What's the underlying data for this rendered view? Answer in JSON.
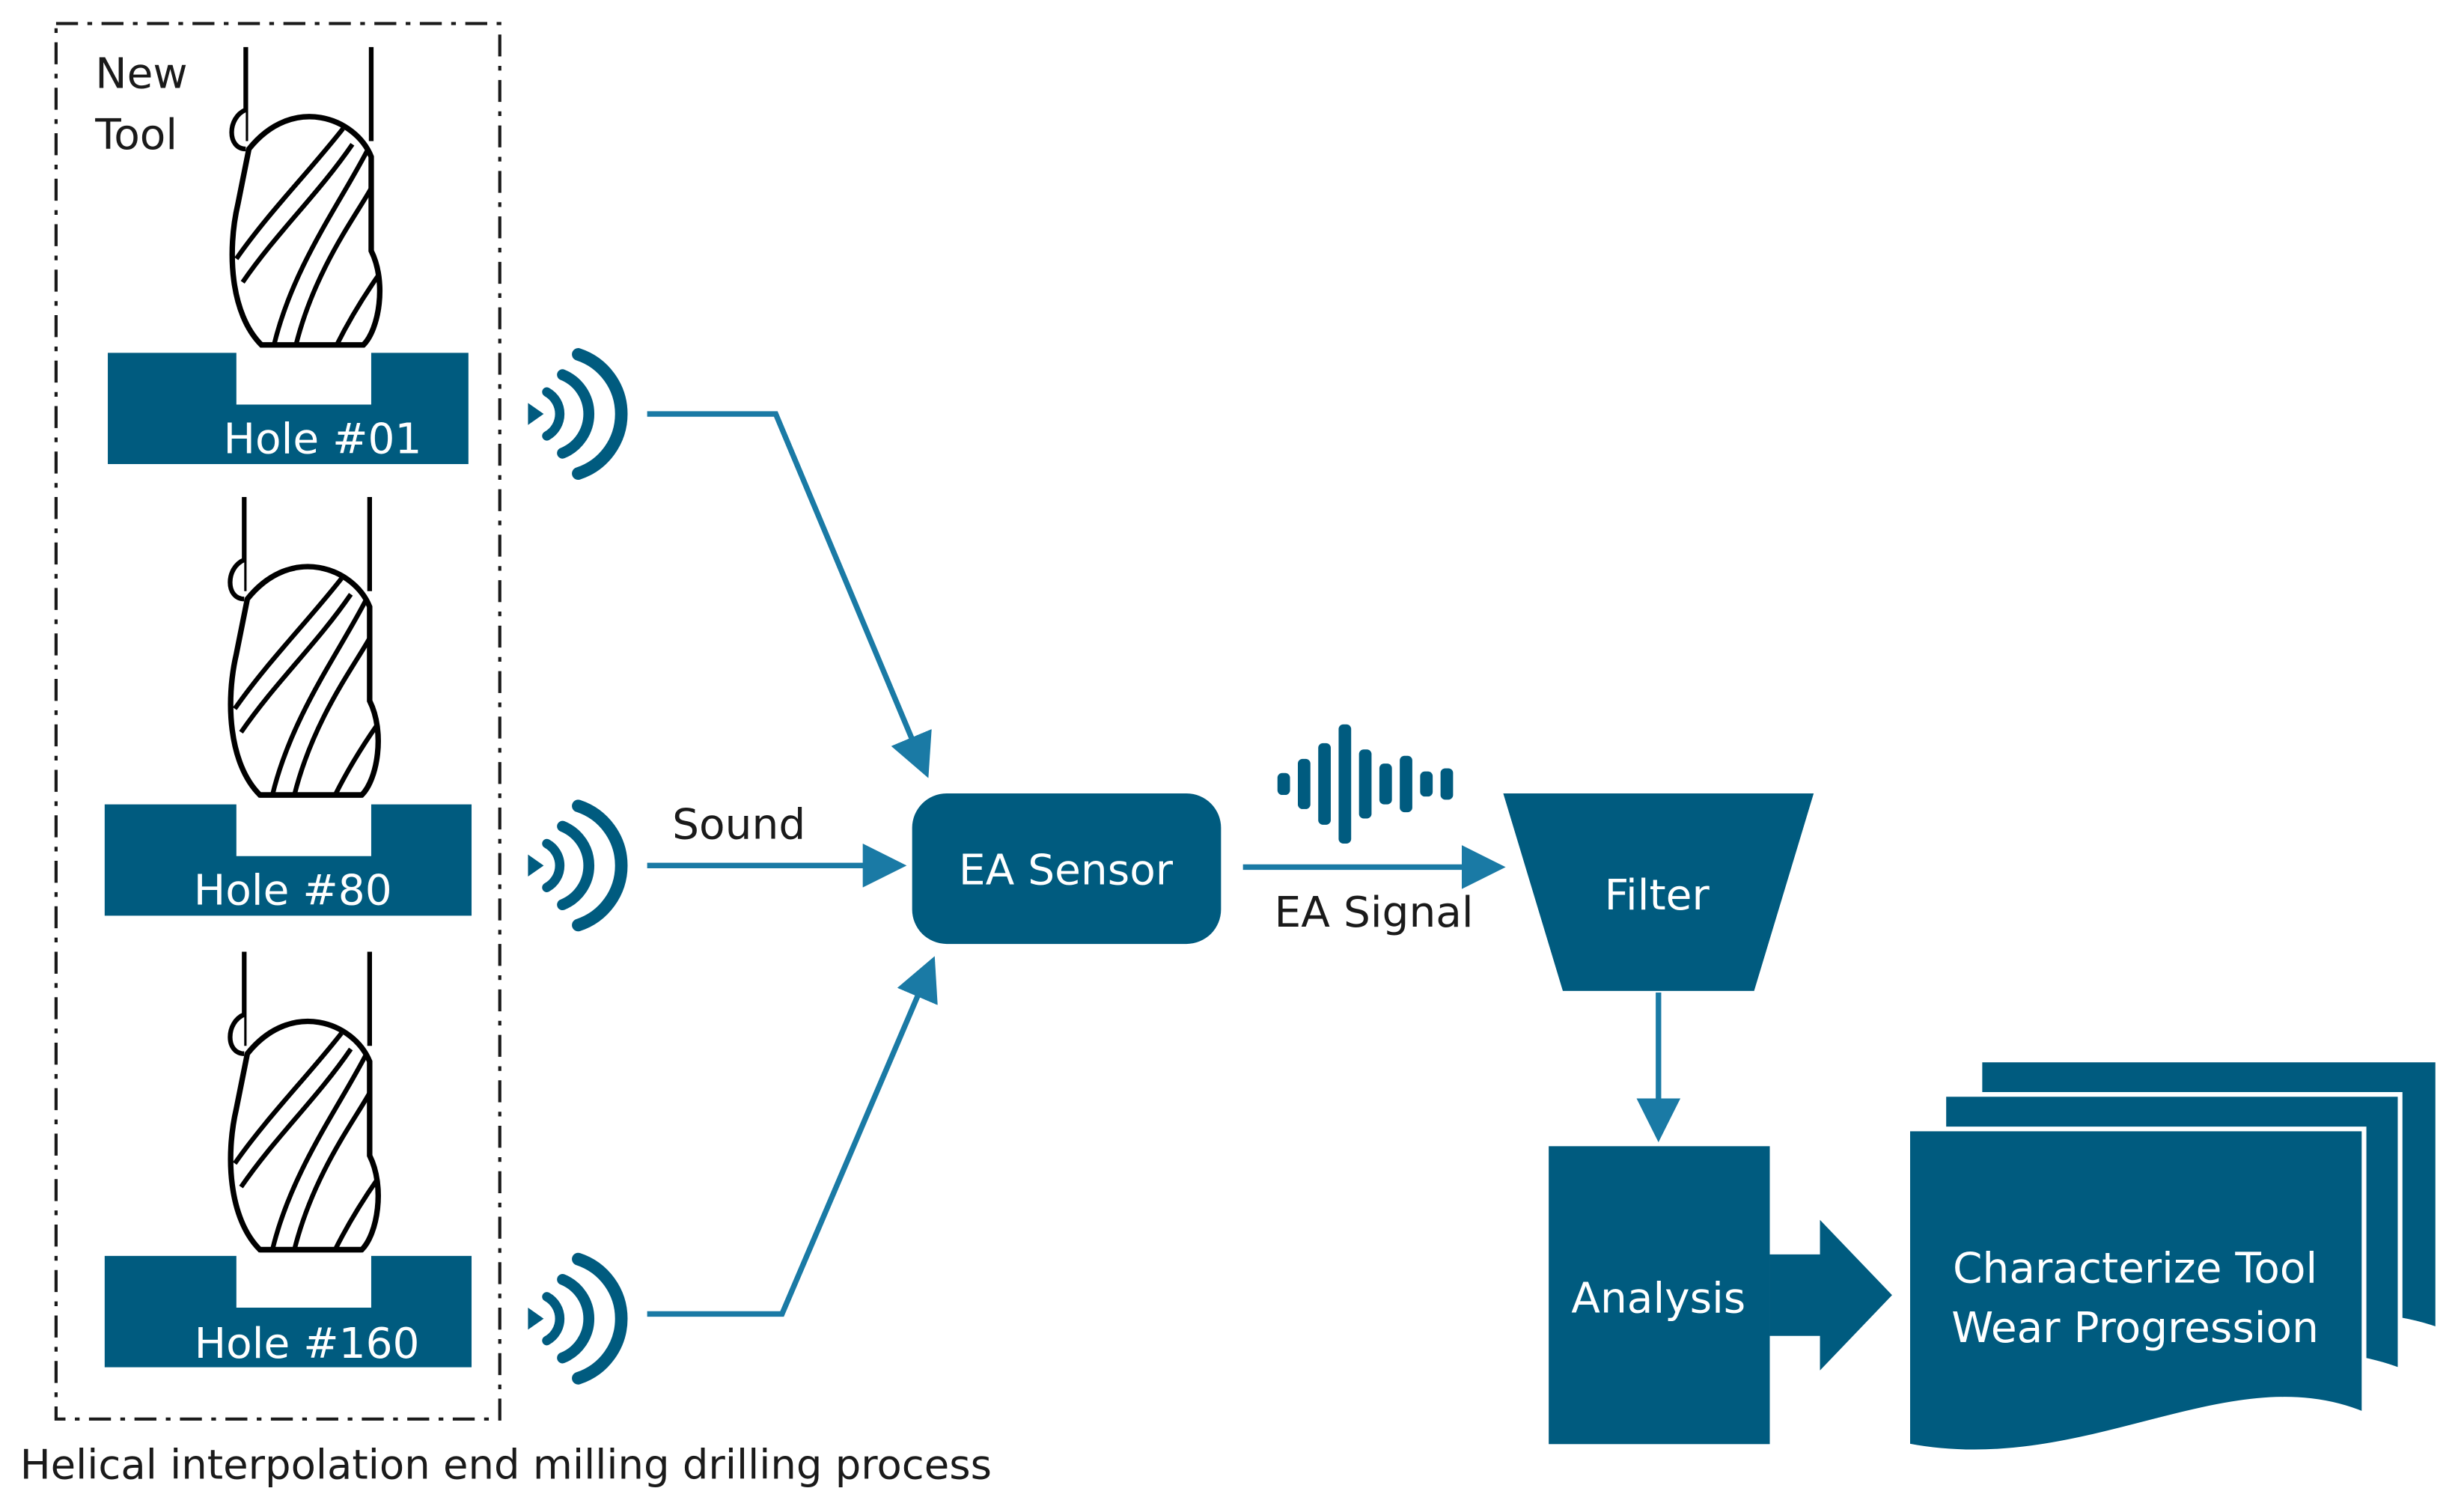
{
  "colors": {
    "primary": "#005b7f",
    "accent": "#1a7aa5",
    "line": "#000000",
    "text_dark": "#1a1a1a",
    "text_light": "#ffffff",
    "background": "#ffffff"
  },
  "process": {
    "new_tool_line1": "New",
    "new_tool_line2": "Tool",
    "caption": "Helical interpolation end milling drilling process",
    "holes": [
      {
        "label": "Hole #01"
      },
      {
        "label": "Hole #80"
      },
      {
        "label": "Hole #160"
      }
    ]
  },
  "labels": {
    "sound": "Sound",
    "ea_signal": "EA Signal"
  },
  "nodes": {
    "sensor": "EA Sensor",
    "filter": "Filter",
    "analysis": "Analysis",
    "output_line1": "Characterize Tool",
    "output_line2": "Wear Progression"
  },
  "icons": {
    "tool": "end-mill-icon",
    "sound": "sound-wave-icon",
    "signal": "audio-waveform-icon"
  }
}
